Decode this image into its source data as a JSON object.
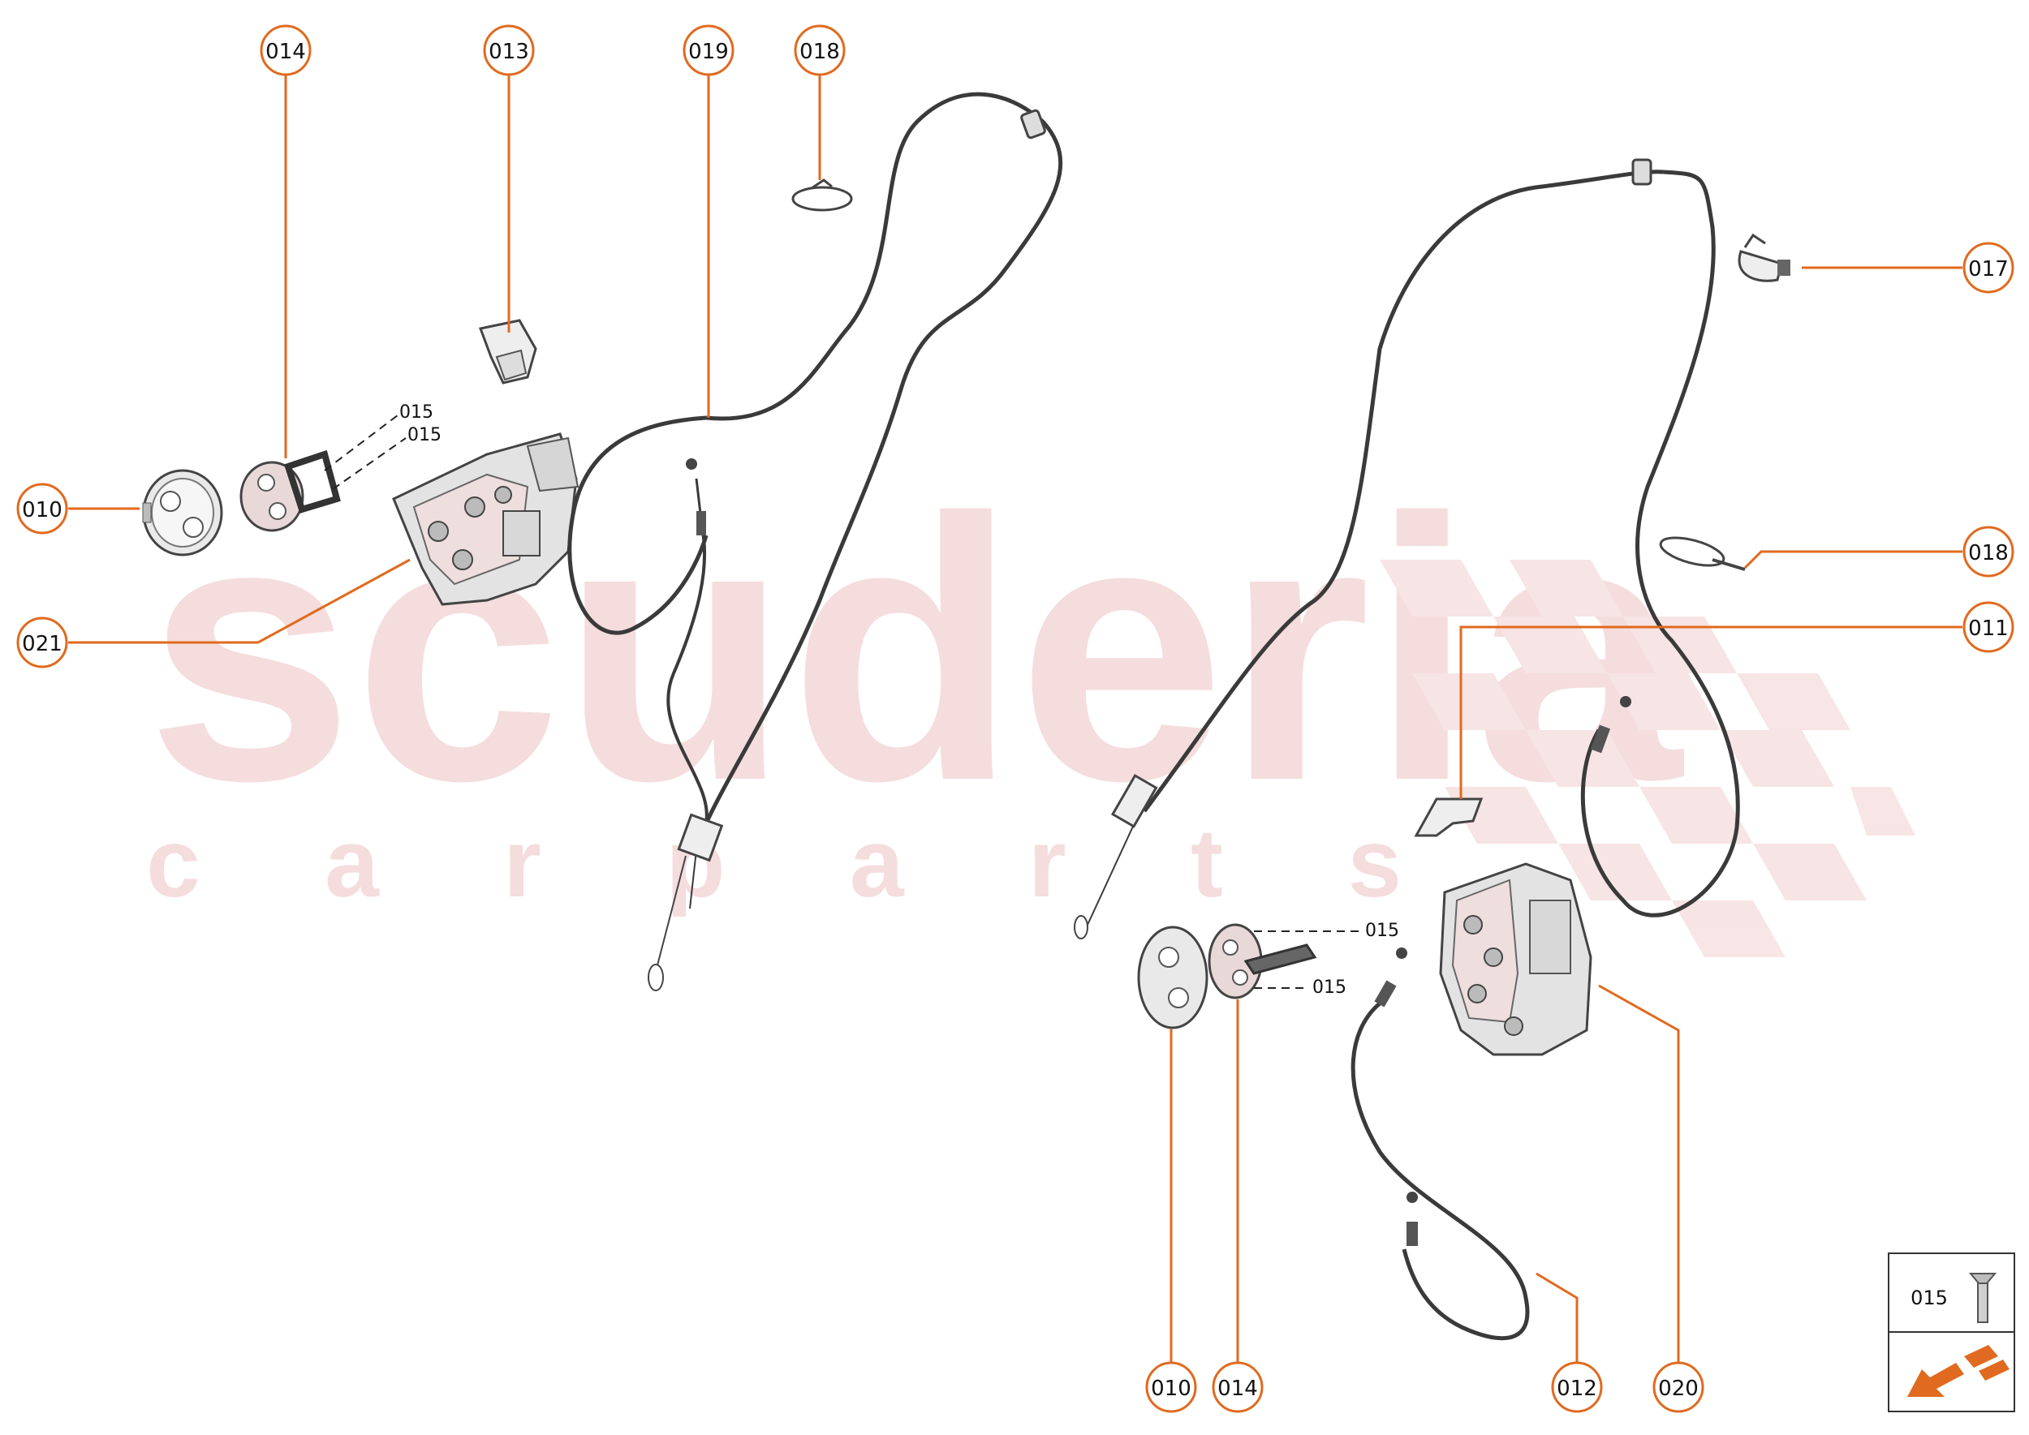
{
  "watermark": {
    "brand": "scuderia",
    "tagline": "c a r   p a r t s"
  },
  "callouts": {
    "c014_tl": "014",
    "c013": "013",
    "c019": "019",
    "c018_top": "018",
    "c010_left": "010",
    "c021": "021",
    "c017": "017",
    "c018_right": "018",
    "c011": "011",
    "c010_bottom": "010",
    "c014_bottom": "014",
    "c012": "012",
    "c020": "020"
  },
  "small_labels": {
    "s015_a": "015",
    "s015_b": "015",
    "s015_c": "015",
    "s015_d": "015"
  },
  "legend": {
    "screw_label": "015"
  },
  "colors": {
    "accent": "#E06A1F",
    "line": "#3a3a3a",
    "watermark": "#F3D9D9"
  }
}
